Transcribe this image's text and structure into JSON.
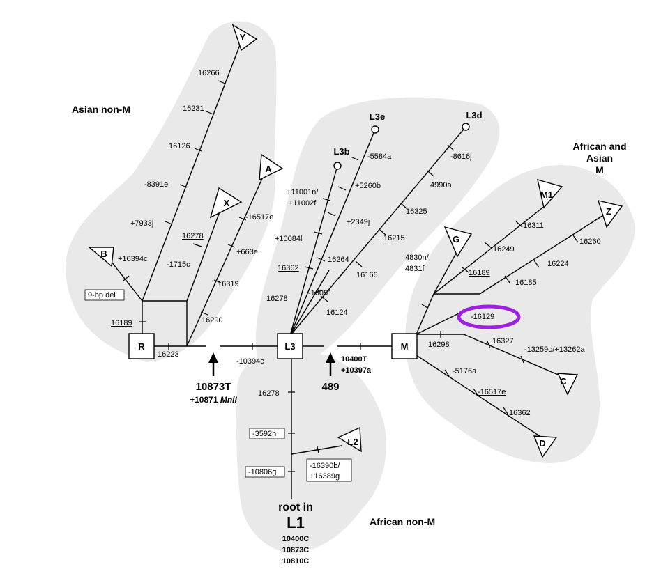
{
  "regions": {
    "asian_non_m": "Asian non-M",
    "african_asian_m": [
      "African and",
      "Asian",
      "M"
    ],
    "african_non_m": "African non-M"
  },
  "nodes": {
    "r": "R",
    "l3": "L3",
    "m": "M"
  },
  "haplogroups": {
    "y": "Y",
    "x": "X",
    "a": "A",
    "b": "B",
    "l3e": "L3e",
    "l3d": "L3d",
    "l3b": "L3b",
    "m1": "M1",
    "z": "Z",
    "g": "G",
    "c": "C",
    "d": "D",
    "l2": "L2"
  },
  "mutations": {
    "m16266": "16266",
    "m16231": "16231",
    "m16126": "16126",
    "m8391e": "-8391e",
    "m7933j": "+7933j",
    "m10394c_b": "+10394c",
    "m9bp": "9-bp del",
    "m16189_r": "16189",
    "m16278_x": "16278",
    "m1715c": "-1715c",
    "m16517e_a": "-16517e",
    "m663e": "+663e",
    "m16319": "16319",
    "m16290": "16290",
    "m16223": "16223",
    "m10394c": "-10394c",
    "m5584a": "-5584a",
    "m5260b": "+5260b",
    "m2349j": "+2349j",
    "m11001n": "+11001n/",
    "m11002f": "+11002f",
    "m10084l": "+10084l",
    "m16362_l3": "16362",
    "m16264": "16264",
    "m16278_l3": "16278",
    "m16051": "-16051",
    "m16166": "16166",
    "m16124": "16124",
    "m16215": "16215",
    "m16325": "16325",
    "m4990a": "4990a",
    "m8616j": "-8616j",
    "m10400t": "10400T",
    "m10397a": "+10397a",
    "m4830n": "4830n/",
    "m4831f": "4831f",
    "m16189_m": "16189",
    "m16249": "16249",
    "m16311": "16311",
    "m16260": "16260",
    "m16224": "16224",
    "m16185": "16185",
    "m16129": "-16129",
    "m16298": "16298",
    "m16327": "16327",
    "m13259o": "-13259o/+13262a",
    "m5176a": "-5176a",
    "m16517e_m": "-16517e",
    "m16362_m": "16362",
    "m16278_l1": "16278",
    "m3592h": "-3592h",
    "m10806g": "-10806g",
    "m16390b": "-16390b/",
    "m16389g": "+16389g"
  },
  "arrows": {
    "a10873t": "10873T",
    "a10871mnl": "+10871",
    "a10871mnl_italic": "MnlI",
    "a489": "489"
  },
  "root": {
    "line1": "root in",
    "line2": "L1",
    "c1": "10400C",
    "c2": "10873C",
    "c3": "10810C"
  }
}
